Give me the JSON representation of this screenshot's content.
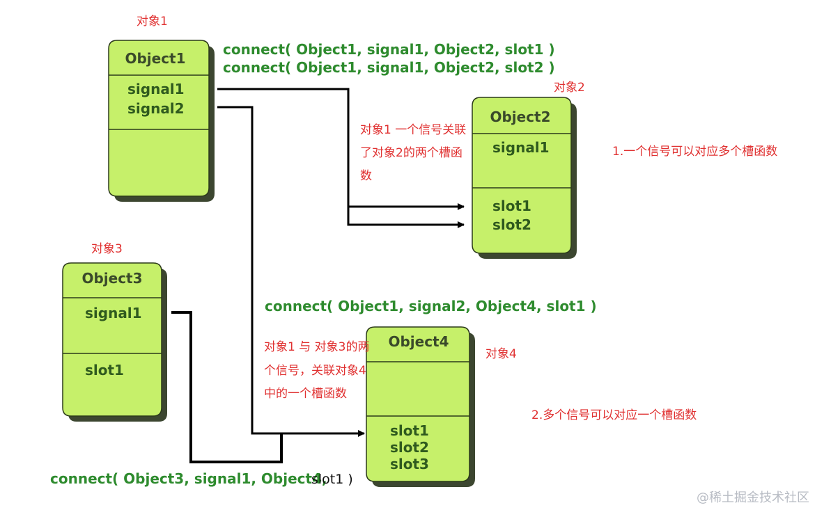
{
  "objects": {
    "object1": {
      "title": "Object1",
      "items": [
        "signal1",
        "signal2"
      ],
      "caption": "对象1"
    },
    "object2": {
      "title": "Object2",
      "items": [
        "signal1",
        "slot1",
        "slot2"
      ],
      "caption": "对象2"
    },
    "object3": {
      "title": "Object3",
      "items": [
        "signal1",
        "slot1"
      ],
      "caption": "对象3"
    },
    "object4": {
      "title": "Object4",
      "items": [
        "slot1",
        "slot2",
        "slot3"
      ],
      "caption": "对象4"
    }
  },
  "connects": {
    "c1": "connect( Object1, signal1, Object2, slot1 )",
    "c2": "connect( Object1, signal1, Object2, slot2 )",
    "c3": "connect( Object1, signal2, Object4, slot1 )",
    "c4_head": "connect( Object3, signal1, Object4,",
    "c4_tail": "slot1  )"
  },
  "notes": {
    "note1": [
      "对象1 一个信号关联",
      "了对象2的两个槽函",
      "数"
    ],
    "note2": [
      "对象1 与 对象3的两",
      "个信号，关联对象4",
      "中的一个槽函数"
    ],
    "rule1": "1.一个信号可以对应多个槽函数",
    "rule2": "2.多个信号可以对应一个槽函数"
  },
  "watermark": "@稀土掘金技术社区",
  "colors": {
    "box_fill": "#c6f06a",
    "box_stroke": "#2c3a1a",
    "shadow": "#3c4630",
    "line": "#000000",
    "connect_text": "#2e8b2e",
    "note_text": "#e03030"
  }
}
